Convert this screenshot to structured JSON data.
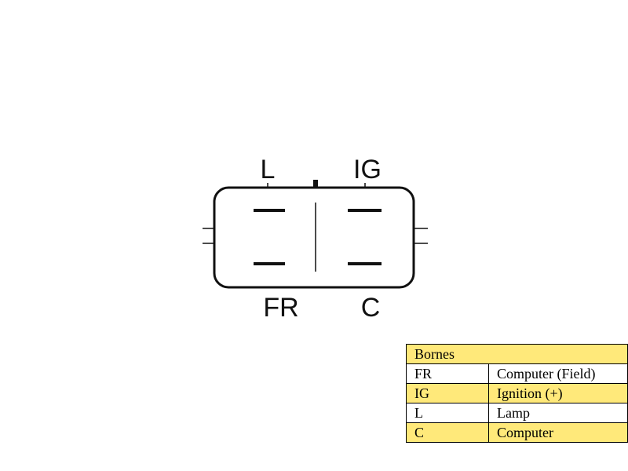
{
  "connector": {
    "labels": {
      "L": "L",
      "IG": "IG",
      "FR": "FR",
      "C": "C"
    }
  },
  "legend": {
    "title": "Bornes",
    "rows": [
      {
        "code": "FR",
        "description": "Computer (Field)",
        "highlighted": false
      },
      {
        "code": "IG",
        "description": "Ignition (+)",
        "highlighted": true
      },
      {
        "code": "L",
        "description": "Lamp",
        "highlighted": false
      },
      {
        "code": "C",
        "description": "Computer",
        "highlighted": true
      }
    ]
  },
  "colors": {
    "outline": "#111111",
    "legend_highlight": "#ffe97a",
    "background": "#ffffff"
  }
}
